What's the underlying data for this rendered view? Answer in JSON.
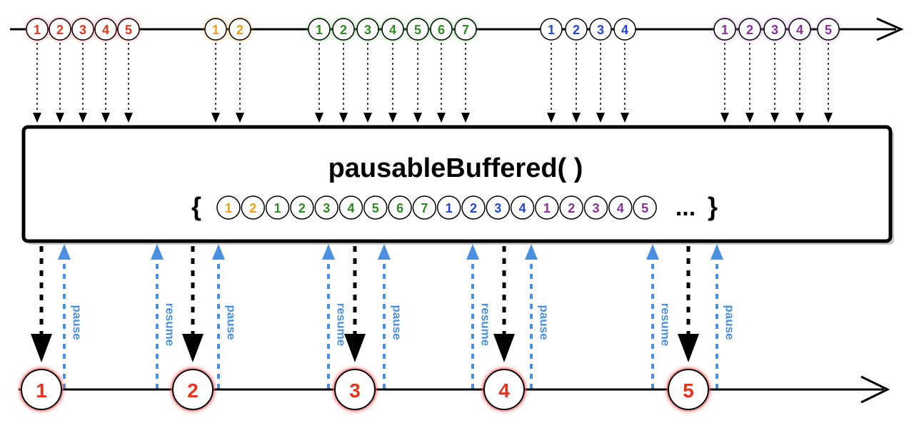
{
  "operator": {
    "name": "pausableBuffered( )",
    "brace_open": "{",
    "brace_close": "}",
    "ellipsis": "..."
  },
  "colors": {
    "red": "#e8331c",
    "orange": "#f39c12",
    "green": "#2e8b21",
    "blue": "#2146d6",
    "purple": "#8a2f9a",
    "control": "#4a90e2",
    "line": "#000000"
  },
  "input_groups": [
    {
      "color": "red",
      "glow": "#ff6666",
      "items": [
        "1",
        "2",
        "3",
        "4",
        "5"
      ]
    },
    {
      "color": "orange",
      "glow": "#ffb347",
      "items": [
        "1",
        "2"
      ]
    },
    {
      "color": "green",
      "glow": "#66cc66",
      "items": [
        "1",
        "2",
        "3",
        "4",
        "5",
        "6",
        "7"
      ]
    },
    {
      "color": "blue",
      "glow": "",
      "items": [
        "1",
        "2",
        "3",
        "4"
      ]
    },
    {
      "color": "purple",
      "glow": "#c080d0",
      "items": [
        "1",
        "2",
        "3",
        "4",
        "5"
      ]
    }
  ],
  "buffer_items": [
    {
      "label": "1",
      "color": "orange"
    },
    {
      "label": "2",
      "color": "orange"
    },
    {
      "label": "1",
      "color": "green"
    },
    {
      "label": "2",
      "color": "green"
    },
    {
      "label": "3",
      "color": "green"
    },
    {
      "label": "4",
      "color": "green"
    },
    {
      "label": "5",
      "color": "green"
    },
    {
      "label": "6",
      "color": "green"
    },
    {
      "label": "7",
      "color": "green"
    },
    {
      "label": "1",
      "color": "blue"
    },
    {
      "label": "2",
      "color": "blue"
    },
    {
      "label": "3",
      "color": "blue"
    },
    {
      "label": "4",
      "color": "blue"
    },
    {
      "label": "1",
      "color": "purple"
    },
    {
      "label": "2",
      "color": "purple"
    },
    {
      "label": "3",
      "color": "purple"
    },
    {
      "label": "4",
      "color": "purple"
    },
    {
      "label": "5",
      "color": "purple"
    }
  ],
  "output_items": [
    "1",
    "2",
    "3",
    "4",
    "5"
  ],
  "controls": {
    "pause_label": "pause",
    "resume_label": "resume"
  }
}
